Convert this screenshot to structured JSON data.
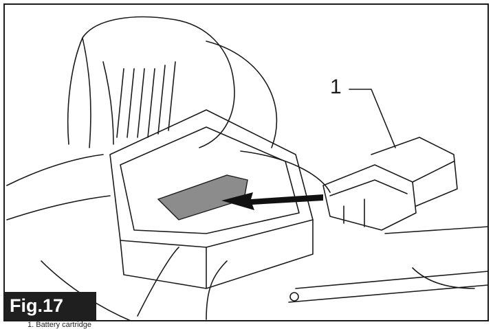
{
  "figure": {
    "label": "Fig.17",
    "callout_number": "1",
    "caption_fragment": "1. Battery cartridge"
  }
}
